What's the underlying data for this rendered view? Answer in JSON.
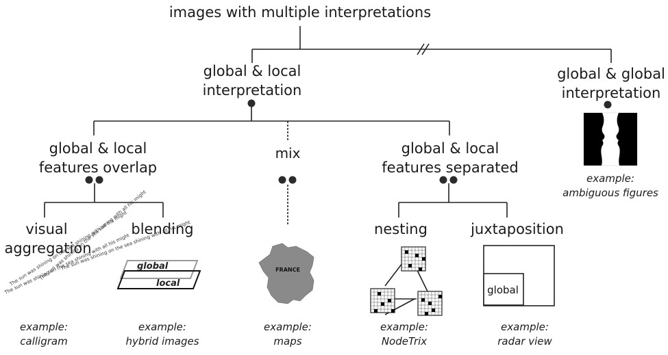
{
  "title": "images with multiple interpretations",
  "nodes": {
    "global_local": [
      "global & local",
      "interpretation"
    ],
    "global_global": [
      "global & global",
      "interpretation"
    ],
    "overlap": [
      "global & local",
      "features overlap"
    ],
    "mix": "mix",
    "separated": [
      "global & local",
      "features separated"
    ],
    "visual_aggregation": [
      "visual",
      "aggregation"
    ],
    "blending": "blending",
    "nesting": "nesting",
    "juxtaposition": "juxtaposition"
  },
  "examples": {
    "ambiguous": [
      "example:",
      "ambiguous figures"
    ],
    "calligram": [
      "example:",
      "calligram"
    ],
    "hybrid": [
      "example:",
      "hybrid images"
    ],
    "maps": [
      "example:",
      "maps"
    ],
    "nodetrix": [
      "example:",
      "NodeTrix"
    ],
    "radar": [
      "example:",
      "radar view"
    ]
  },
  "illustrations": {
    "hybrid_global_word": "global",
    "hybrid_local_word": "local",
    "map_label": "FRANCE",
    "radar_label": "global",
    "calligram_text": "The sun was shining on the sea shining with all his might"
  }
}
